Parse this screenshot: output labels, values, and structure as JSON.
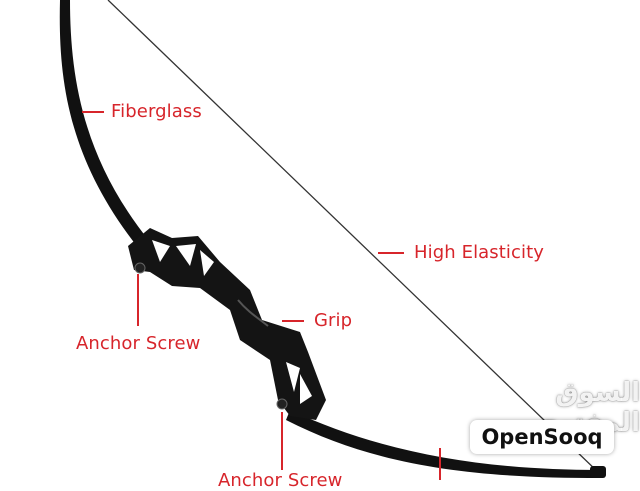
{
  "labels": {
    "fiberglass": "Fiberglass",
    "high_elasticity": "High Elasticity",
    "grip": "Grip",
    "anchor_screw_top": "Anchor Screw",
    "anchor_screw_bottom": "Anchor Screw"
  },
  "watermark": {
    "arabic": "السوق المفتوح",
    "brand": "OpenSooq"
  },
  "colors": {
    "label": "#d7252b",
    "limb": "#111111",
    "string": "#333333",
    "background": "#ffffff"
  }
}
